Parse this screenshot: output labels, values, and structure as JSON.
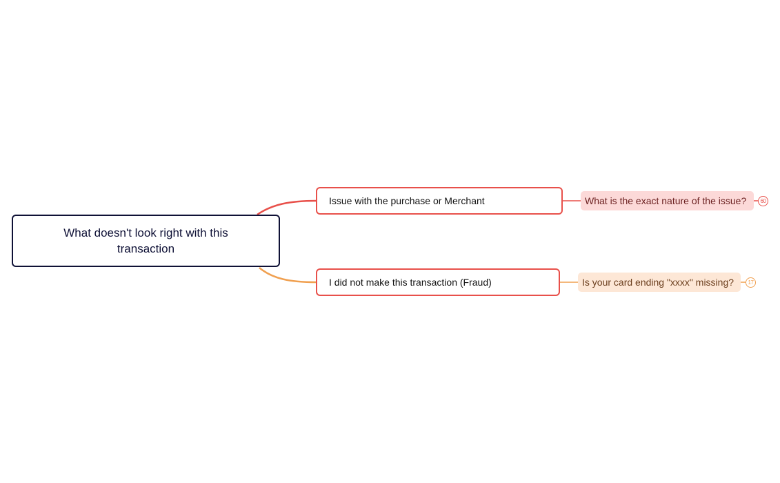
{
  "mindmap": {
    "root": {
      "label": "What doesn't look right with this transaction"
    },
    "branches": [
      {
        "label": "Issue with the purchase or Merchant",
        "child": {
          "label": "What is the exact nature of the issue?",
          "count": "60"
        }
      },
      {
        "label": "I did not make this transaction (Fraud)",
        "child": {
          "label": "Is your card ending \"xxxx\" missing?",
          "count": "17"
        }
      }
    ]
  },
  "colors": {
    "root_border": "#0f1136",
    "branch_border": "#e8504a",
    "connector_red": "#e8504a",
    "connector_orange": "#f0a050",
    "leaf_red_bg": "#fcd9d8",
    "leaf_orange_bg": "#fde7d6"
  }
}
